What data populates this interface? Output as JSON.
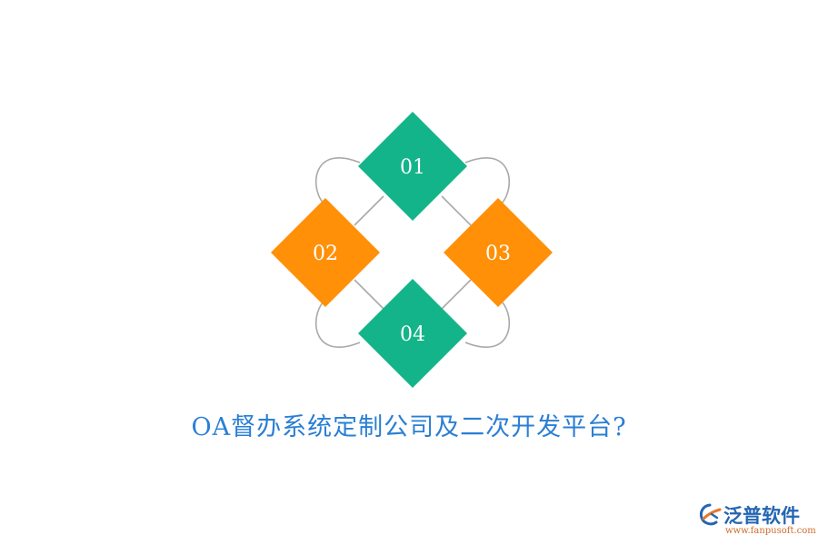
{
  "diagram": {
    "items": [
      {
        "label": "01",
        "color": "#14b48a"
      },
      {
        "label": "02",
        "color": "#ff9008"
      },
      {
        "label": "03",
        "color": "#ff9008"
      },
      {
        "label": "04",
        "color": "#14b48a"
      }
    ],
    "connector_color": "#a9a9a9"
  },
  "title": "OA督办系统定制公司及二次开发平台?",
  "logo": {
    "name": "泛普软件",
    "url": "www.fanpusoft.com",
    "icon": "fanpu-logo-icon",
    "brand_color": "#2466b2",
    "accent_color": "#e8772e"
  }
}
